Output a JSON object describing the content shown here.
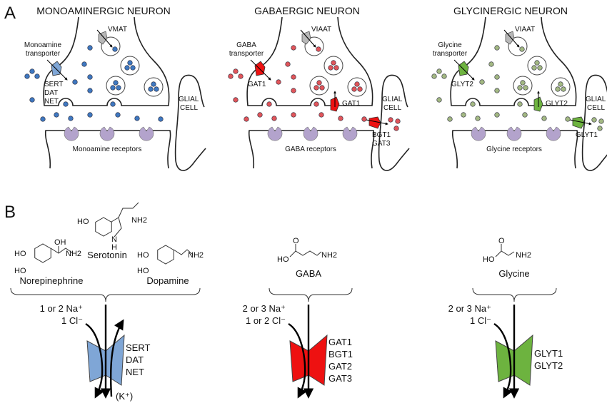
{
  "panel_a": {
    "letter": "A",
    "neurons": [
      {
        "title": "MONOAMINERGIC NEURON",
        "color": "#3f78c0",
        "transporter_color": "#7fa6d6",
        "transporter_label": [
          "Monoamine",
          "transporter"
        ],
        "transporter_names": [
          "SERT",
          "DAT",
          "NET"
        ],
        "vesicular_transporter": "VMAT",
        "receptors_label": "Monoamine receptors",
        "glial_label": [
          "GLIAL",
          "CELL"
        ],
        "presyn_transporter_label": "",
        "glial_transporter_label": []
      },
      {
        "title": "GABAERGIC NEURON",
        "color": "#e0555a",
        "transporter_color": "#ee1111",
        "transporter_label": [
          "GABA",
          "transporter"
        ],
        "transporter_names": [
          "GAT1"
        ],
        "vesicular_transporter": "VIAAT",
        "receptors_label": "GABA receptors",
        "glial_label": [
          "GLIAL",
          "CELL"
        ],
        "presyn_transporter_label": "GAT1",
        "glial_transporter_label": [
          "BGT1",
          "GAT3"
        ]
      },
      {
        "title": "GLYCINERGIC NEURON",
        "color": "#a3b883",
        "transporter_color": "#6db33f",
        "transporter_label": [
          "Glycine",
          "transporter"
        ],
        "transporter_names": [
          "GLYT2"
        ],
        "vesicular_transporter": "VIAAT",
        "receptors_label": "Glycine receptors",
        "glial_label": [
          "GLIAL",
          "CELL"
        ],
        "presyn_transporter_label": "GLYT2",
        "glial_transporter_label": [
          "GLYT1"
        ]
      }
    ],
    "receptor_color": "#b3a3cc",
    "vesicular_transporter_color": "#b8b8b8"
  },
  "panel_b": {
    "letter": "B",
    "groups": [
      {
        "substrates": [
          {
            "name": "Norepinephrine",
            "groups": [
              "HO",
              "HO",
              "OH",
              "NH2"
            ]
          },
          {
            "name": "Serotonin",
            "groups": [
              "HO",
              "NH2",
              "N",
              "H"
            ]
          },
          {
            "name": "Dopamine",
            "groups": [
              "HO",
              "HO",
              "NH2"
            ]
          }
        ],
        "ions": [
          "1 or 2 Na⁺",
          "1 Cl⁻"
        ],
        "transporters": [
          "SERT",
          "DAT",
          "NET"
        ],
        "counter_ion": "(K⁺)",
        "color": "#7fa6d6"
      },
      {
        "substrates": [
          {
            "name": "GABA",
            "groups": [
              "O",
              "HO",
              "NH2"
            ]
          }
        ],
        "ions": [
          "2 or 3 Na⁺",
          "1 or 2 Cl⁻"
        ],
        "transporters": [
          "GAT1",
          "BGT1",
          "GAT2",
          "GAT3"
        ],
        "counter_ion": "",
        "color": "#ee1111"
      },
      {
        "substrates": [
          {
            "name": "Glycine",
            "groups": [
              "O",
              "HO",
              "NH2"
            ]
          }
        ],
        "ions": [
          "2 or 3 Na⁺",
          "1 Cl⁻"
        ],
        "transporters": [
          "GLYT1",
          "GLYT2"
        ],
        "counter_ion": "",
        "color": "#6db33f"
      }
    ]
  }
}
